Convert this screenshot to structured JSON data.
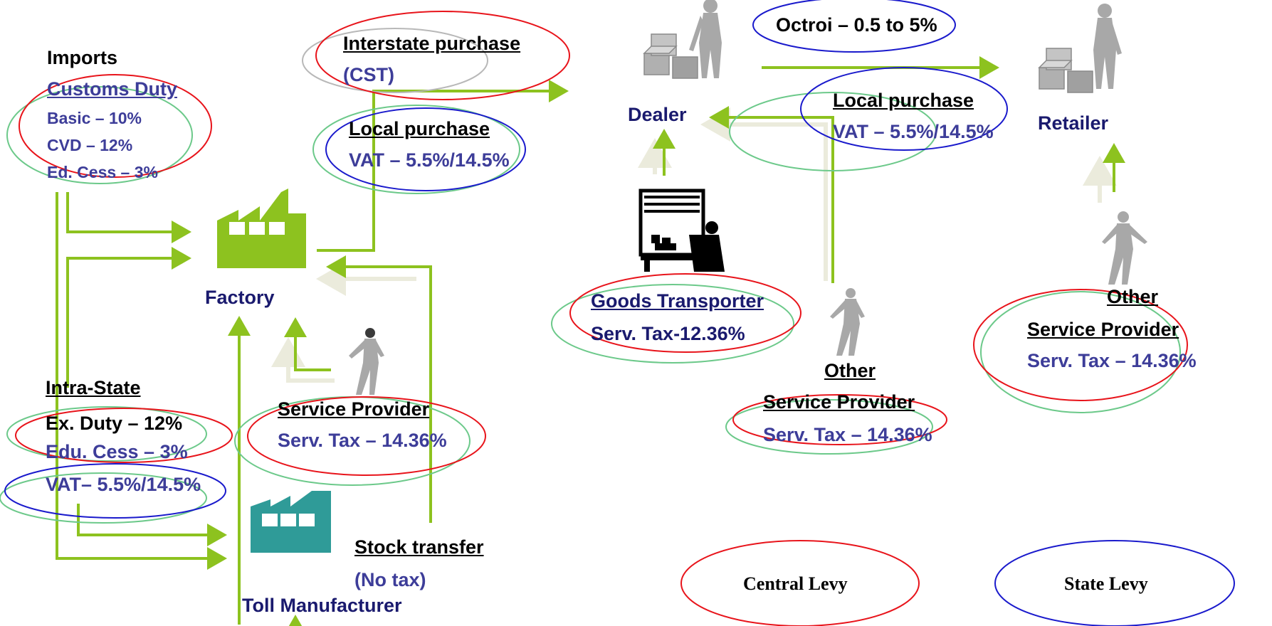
{
  "imports": {
    "title": "Imports",
    "customs_duty": "Customs Duty",
    "basic": "Basic – 10%",
    "cvd": "CVD – 12%",
    "ed_cess": "Ed. Cess – 3%"
  },
  "factory": {
    "label": "Factory"
  },
  "interstate": {
    "title": "Interstate purchase",
    "sub": "(CST)"
  },
  "local_purchase_factory": {
    "title": "Local purchase",
    "sub": "VAT – 5.5%/14.5%"
  },
  "intra_state": {
    "title": "Intra-State",
    "ex_duty": "Ex. Duty – 12%",
    "edu_cess": "Edu. Cess – 3%",
    "vat": "VAT– 5.5%/14.5%"
  },
  "service_provider_factory": {
    "title": "Service Provider",
    "sub": "Serv. Tax – 14.36%"
  },
  "stock_transfer": {
    "title": "Stock transfer",
    "sub": "(No tax)"
  },
  "toll_manufacturer": {
    "label": "Toll Manufacturer"
  },
  "dealer": {
    "label": "Dealer"
  },
  "octroi": {
    "label": "Octroi – 0.5 to 5%"
  },
  "local_purchase_dealer": {
    "title": "Local purchase",
    "sub": "VAT – 5.5%/14.5%"
  },
  "retailer": {
    "label": "Retailer"
  },
  "goods_transporter": {
    "title": "Goods Transporter",
    "sub": "Serv. Tax-12.36%"
  },
  "other_provider_mid": {
    "line1": "Other",
    "line2": "Service Provider",
    "sub": "Serv. Tax – 14.36%"
  },
  "other_provider_right": {
    "line1": "Other",
    "line2": "Service Provider",
    "sub": "Serv. Tax – 14.36%"
  },
  "legend": {
    "central": "Central Levy",
    "state": "State Levy"
  },
  "colors": {
    "arrow": "#8dc21f",
    "arrow_faded": "#ebebdc",
    "central": "#e8141b",
    "state": "#1a1acc",
    "applicable": "#6cc98a",
    "interstate_gray": "#b8b8b8",
    "factory": "#8dc21f",
    "toll": "#2f9b98",
    "figure": "#a8a8a8"
  }
}
